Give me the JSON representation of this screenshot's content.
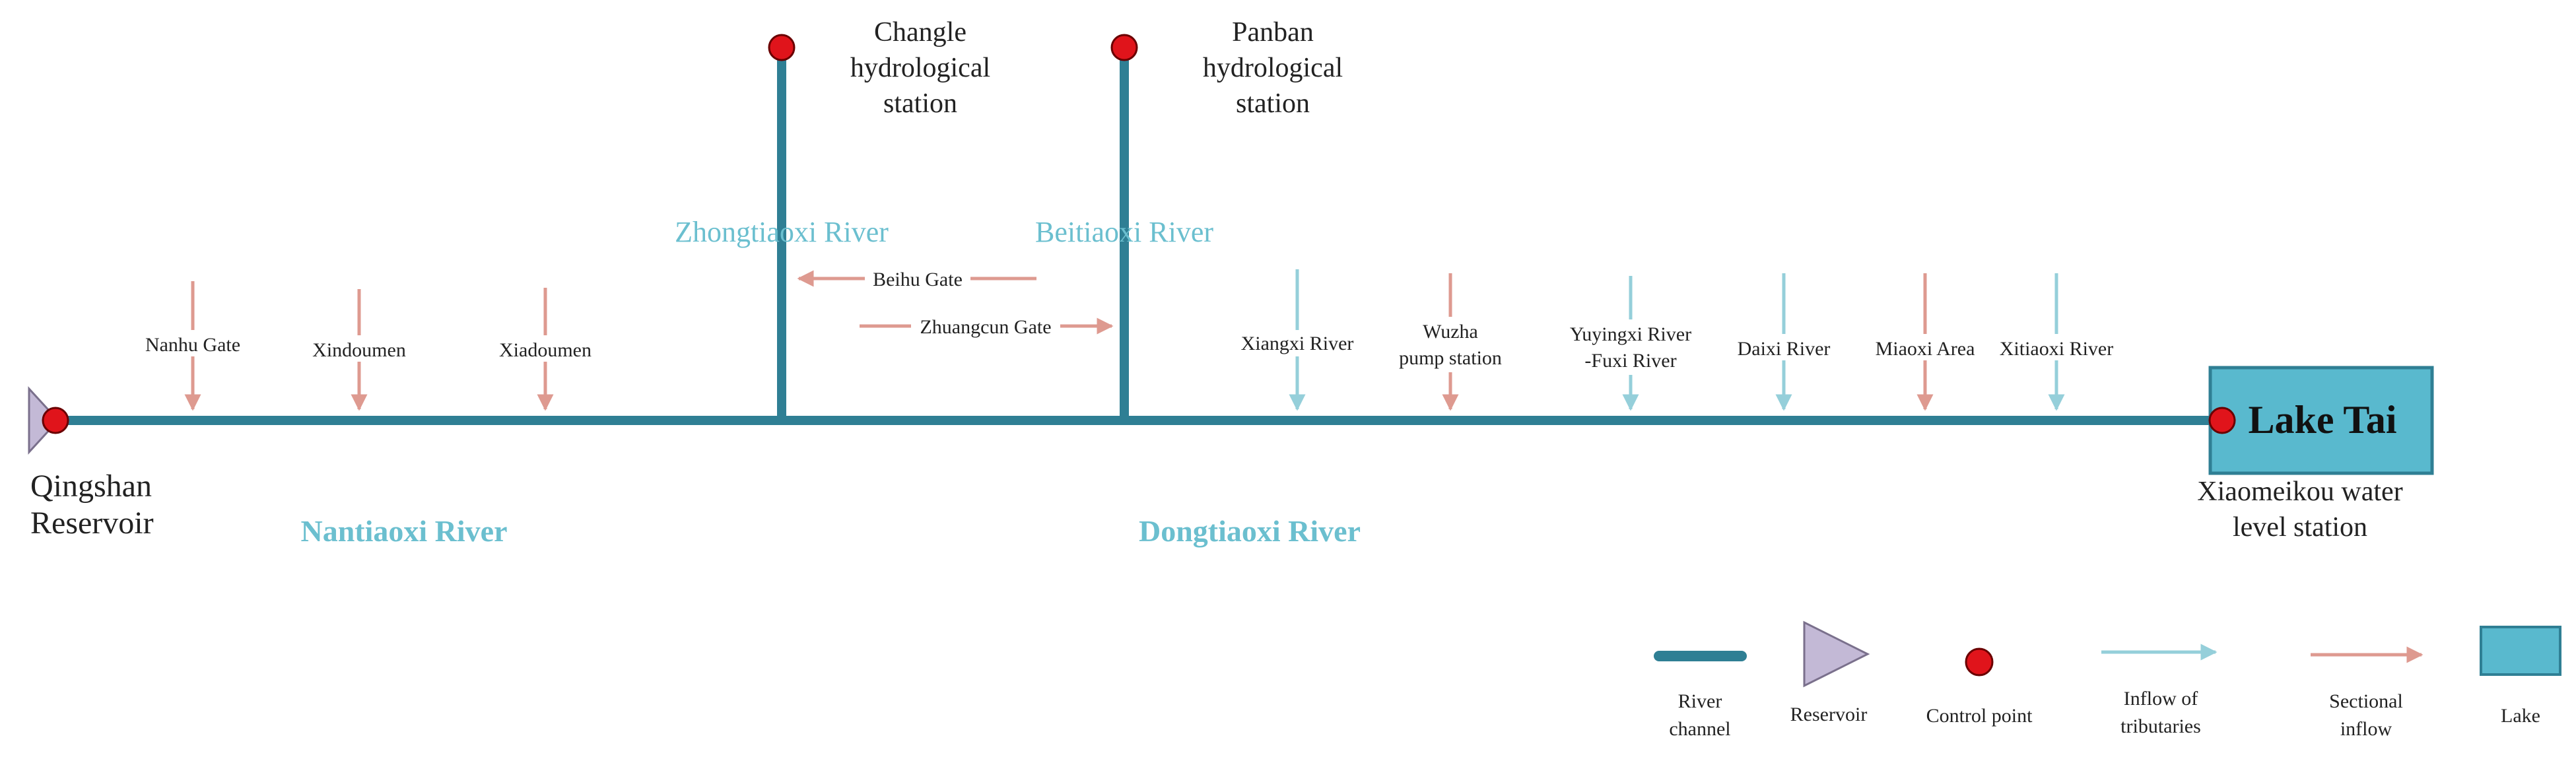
{
  "colors": {
    "river": "#2F7F94",
    "tributary_inflow": "#95CFDA",
    "sectional_inflow": "#DE9A90",
    "control_point": "#E0141B",
    "control_point_stroke": "#6A0000",
    "reservoir_fill": "#C3B9D6",
    "reservoir_stroke": "#7A708C",
    "lake_fill": "#59B9CE",
    "lake_stroke": "#2F7F94",
    "blue_label": "#6BBFCF",
    "black_text": "#222222"
  },
  "rivers": {
    "nantiaoxi": "Nantiaoxi River",
    "dongtiaoxi": "Dongtiaoxi River",
    "zhongtiaoxi": "Zhongtiaoxi River",
    "beitiaoxi": "Beitiaoxi River"
  },
  "reservoir": {
    "line1": "Qingshan",
    "line2": "Reservoir"
  },
  "lake": {
    "name": "Lake Tai",
    "station_line1": "Xiaomeikou water",
    "station_line2": "level station"
  },
  "stations": {
    "changle": [
      "Changle",
      "hydrological",
      "station"
    ],
    "panban": [
      "Panban",
      "hydrological",
      "station"
    ]
  },
  "gates": {
    "beihu": "Beihu Gate",
    "zhuangcun": "Zhuangcun Gate"
  },
  "sectional_inflows": {
    "nanhu": "Nanhu Gate",
    "xindoumen": "Xindoumen",
    "xiadoumen": "Xiadoumen",
    "wuzha": [
      "Wuzha",
      "pump station"
    ],
    "miaoxi": "Miaoxi Area"
  },
  "tributaries": {
    "xiangxi": "Xiangxi River",
    "yuyingxi": [
      "Yuyingxi River",
      "-Fuxi River"
    ],
    "daixi": "Daixi River",
    "xitiaoxi": "Xitiaoxi River"
  },
  "legend": {
    "river_channel": [
      "River",
      "channel"
    ],
    "reservoir": "Reservoir",
    "control_point": "Control point",
    "inflow_tributaries": [
      "Inflow of",
      "tributaries"
    ],
    "sectional_inflow": [
      "Sectional",
      "inflow"
    ],
    "lake": "Lake"
  }
}
